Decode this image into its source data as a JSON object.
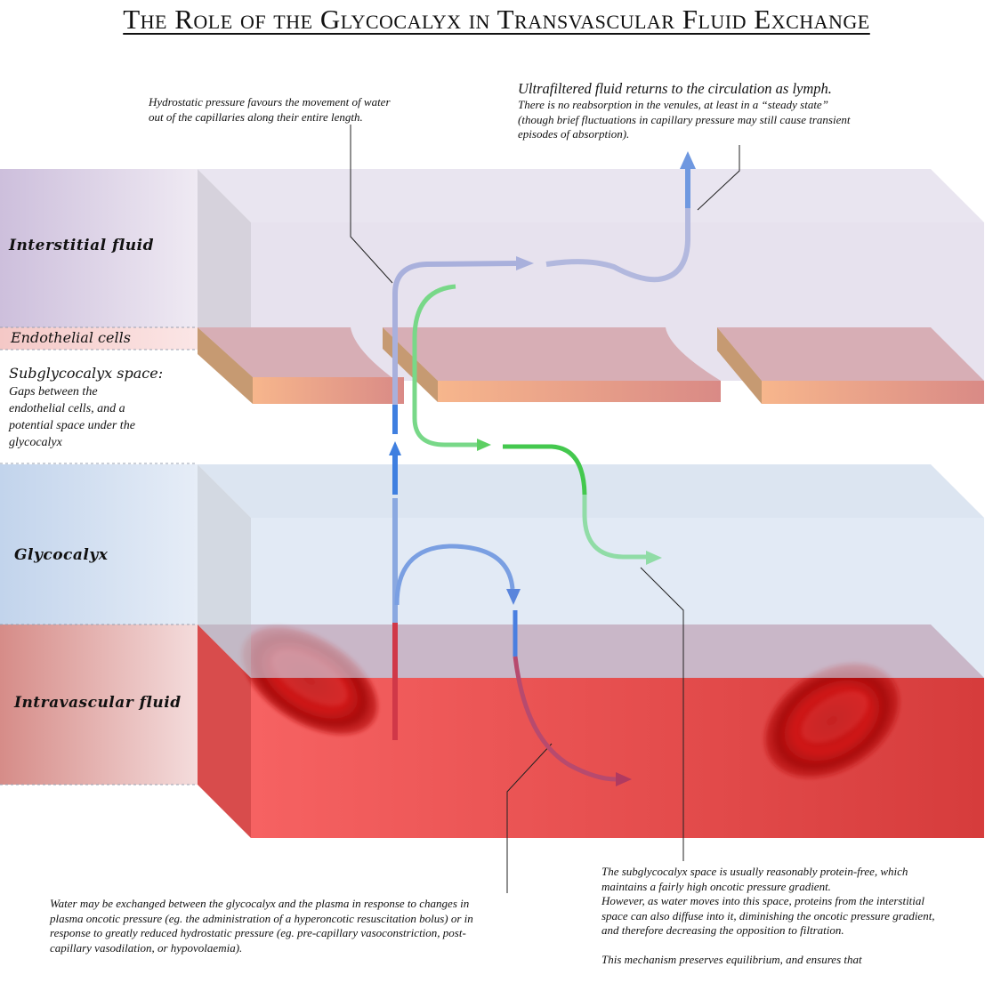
{
  "title": "The Role of the Glycocalyx in Transvascular Fluid Exchange",
  "layers": {
    "interstitial": "Interstitial fluid",
    "endothelial": "Endothelial cells",
    "subglycocalyx_title": "Subglycocalyx space:",
    "subglycocalyx_desc": [
      "Gaps between the",
      "endothelial cells, and a",
      "potential space under the",
      "glycocalyx"
    ],
    "glycocalyx": "Glycocalyx",
    "intravascular": "Intravascular fluid"
  },
  "notes": {
    "hydrostatic": [
      "Hydrostatic pressure favours the movement of water",
      "out of the capillaries along their entire length."
    ],
    "lymph_title": "Ultrafiltered fluid returns to the circulation as lymph.",
    "lymph_body": [
      "There is no reabsorption in the venules, at least in a “steady state”",
      "(though brief fluctuations in capillary pressure may still cause transient",
      "episodes of absorption)."
    ],
    "plasma_exchange": [
      "Water may be exchanged between the glycocalyx and the plasma in response to changes in",
      "plasma oncotic pressure (eg. the administration of a hyperoncotic resuscitation bolus) or in",
      "response to greatly reduced hydrostatic pressure (eg. pre-capillary vasoconstriction, post-",
      "capillary vasodilation, or hypovolaemia)."
    ],
    "protein_free": [
      "The subglycocalyx space is usually reasonably protein-free, which",
      "maintains a fairly high oncotic pressure gradient.",
      "However, as water moves into this space,  proteins from the interstitial",
      "space can also diffuse into it, diminishing the oncotic pressure gradient,",
      "and therefore decreasing the opposition to filtration.",
      "",
      "This mechanism preserves equilibrium, and ensures that"
    ]
  },
  "colors": {
    "interstitial": "#e6e0ee",
    "endothelial": "#d9a7a4",
    "glycocalyx": "#ccd9ec",
    "intravascular": "#e5494a",
    "water_arrow": "#5b8fe0",
    "protein_arrow": "#5ccf62"
  },
  "icons": {
    "cells": "red-blood-cell",
    "arrows": "flow-arrow"
  }
}
